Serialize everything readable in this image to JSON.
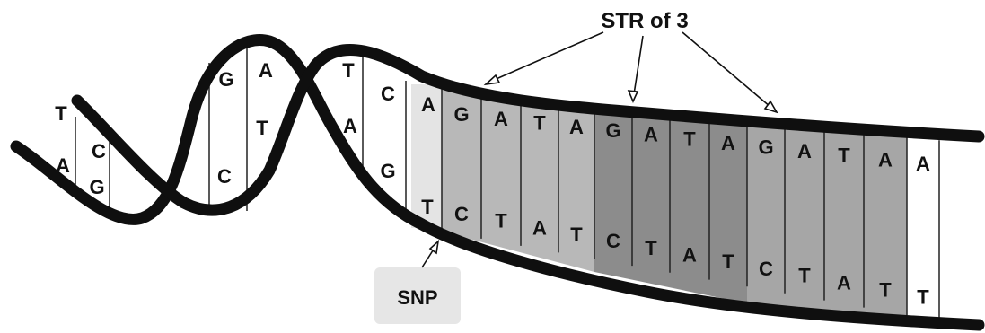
{
  "labels": {
    "str": "STR of 3",
    "snp": "SNP"
  },
  "colors": {
    "strand": "#0f0f0f",
    "rung": "#222222",
    "snp_box": "#e6e6e6",
    "snp_base_shade": "#e4e4e4",
    "str_unit_1_shade": "#b8b8b8",
    "str_unit_2_shade": "#8c8c8c",
    "str_unit_3_shade": "#a6a6a6",
    "after_str_shade": "#c4c4c4"
  },
  "bases": {
    "helix_top": [
      "T",
      "C",
      "G",
      "A",
      "T",
      "C",
      "A"
    ],
    "helix_bottom": [
      "A",
      "G",
      "C",
      "T",
      "A",
      "G",
      "T"
    ],
    "str_top": [
      "G",
      "A",
      "T",
      "A",
      "G",
      "A",
      "T",
      "A",
      "G",
      "A",
      "T",
      "A",
      "A"
    ],
    "str_bottom": [
      "C",
      "T",
      "A",
      "T",
      "C",
      "T",
      "A",
      "T",
      "C",
      "T",
      "A",
      "T",
      "T"
    ]
  }
}
